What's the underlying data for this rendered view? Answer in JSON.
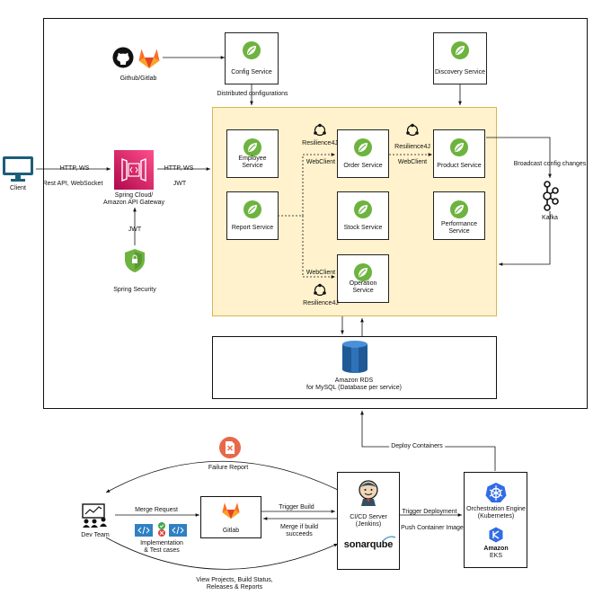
{
  "labels": {
    "github_gitlab": "Github/Gitlab",
    "config_service": "Config Service",
    "discovery_service": "Discovery Service",
    "distributed_configurations": "Distributed configurations",
    "client": "Client",
    "http_ws_1": "HTTP, WS",
    "rest_api_websocket": "Rest API, WebSocket",
    "http_ws_2": "HTTP, WS",
    "jwt_1": "JWT",
    "gateway_line1": "Spring Cloud/",
    "gateway_line2": "Amazon API Gateway",
    "jwt_2": "JWT",
    "spring_security": "Spring Security",
    "employee_service": "Employee Service",
    "order_service": "Order Service",
    "product_service": "Product Service",
    "report_service": "Report Service",
    "stock_service": "Stock Service",
    "performance_service_1": "Performance",
    "performance_service_2": "Service",
    "operation_service": "Operation Service",
    "resilience_1": "Resilience4J",
    "resilience_2": "Resilience4J",
    "resilience_3": "Resilience4J",
    "webclient_1": "WebClient",
    "webclient_2": "WebClient",
    "webclient_3": "WebClient",
    "broadcast": "Broadcast config changes",
    "kafka": "Kafka",
    "rds_line1": "Amazon RDS",
    "rds_line2": "for MySQL (Database per service)",
    "deploy_containers": "Deploy Containers",
    "failure_report": "Failure Report",
    "dev_team": "Dev Team",
    "merge_request": "Merge Request",
    "impl_line1": "Implementation",
    "impl_line2": "& Test cases",
    "gitlab": "Gitlab",
    "trigger_build": "Trigger Build",
    "merge_if_1": "Merge if build",
    "merge_if_2": "succeeds",
    "cicd_1": "CI/CD Server",
    "cicd_2": "(Jenkins)",
    "sonarqube": "sonarqube",
    "trigger_deployment": "Trigger Deployment",
    "push_container": "Push Container Image",
    "orch_1": "Orchestration Engine",
    "orch_2": "(Kubernetes)",
    "amazon": "Amazon",
    "eks": "EKS",
    "view_1": "View Projects, Build Status,",
    "view_2": "Releases & Reports"
  },
  "colors": {
    "spring_green": "#6db33f",
    "services_panel": "#fff2cc",
    "services_border": "#d6b656",
    "gateway_pink": "#d6246e",
    "client_blue": "#1b5e7a",
    "rds_blue": "#2e73b8",
    "k8s_blue": "#326ce5",
    "gitlab_orange": "#fc6d26",
    "failure_red": "#e8694a"
  },
  "icons": [
    "spring-leaf-icon",
    "github-icon",
    "gitlab-icon",
    "monitor-icon",
    "api-gateway-icon",
    "shield-icon",
    "kafka-icon",
    "resilience-icon",
    "rds-icon",
    "team-icon",
    "code-icon",
    "jenkins-icon",
    "kubernetes-icon",
    "eks-icon",
    "failure-report-icon"
  ]
}
